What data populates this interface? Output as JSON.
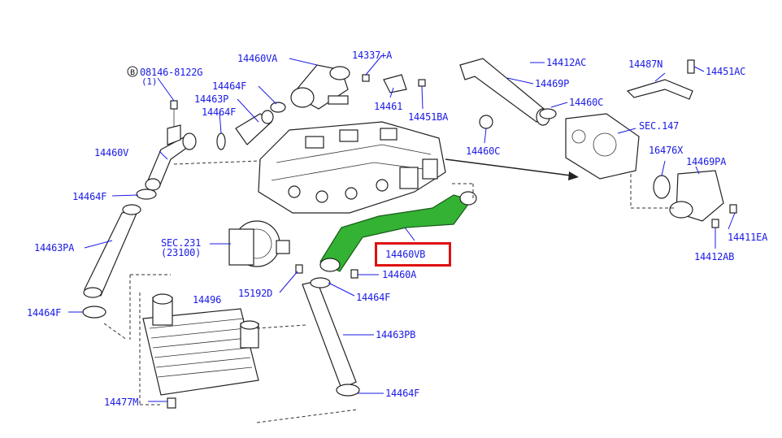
{
  "labels": {
    "l08146": "08146-8122G",
    "l08146_qty": "(1)",
    "l14460VA": "14460VA",
    "l14337A": "14337+A",
    "l14464F_top": "14464F",
    "l14463P": "14463P",
    "l14464F_b": "14464F",
    "l14460V": "14460V",
    "l14464F_left": "14464F",
    "l14463PA": "14463PA",
    "l14464F_lower": "14464F",
    "l14477M": "14477M",
    "l14496": "14496",
    "lSEC231": "SEC.231",
    "lSEC231b": "(23100)",
    "l15192D": "15192D",
    "l14460A": "14460A",
    "l14464F_mid": "14464F",
    "l14463PB": "14463PB",
    "l14464F_bottom": "14464F",
    "l14461": "14461",
    "l14451BA": "14451BA",
    "l14412AC": "14412AC",
    "l14469P": "14469P",
    "l14460C_a": "14460C",
    "l14460C_b": "14460C",
    "lSEC147": "SEC.147",
    "l14487N": "14487N",
    "l14451AC": "14451AC",
    "l16476X": "16476X",
    "l14469PA": "14469PA",
    "l14411EA": "14411EA",
    "l14412AB": "14412AB",
    "l14460VB": "14460VB"
  },
  "colors": {
    "label": "#1a1ae6",
    "highlight_pipe": "#33b233",
    "highlight_box": "#e01010",
    "line": "#222222"
  }
}
